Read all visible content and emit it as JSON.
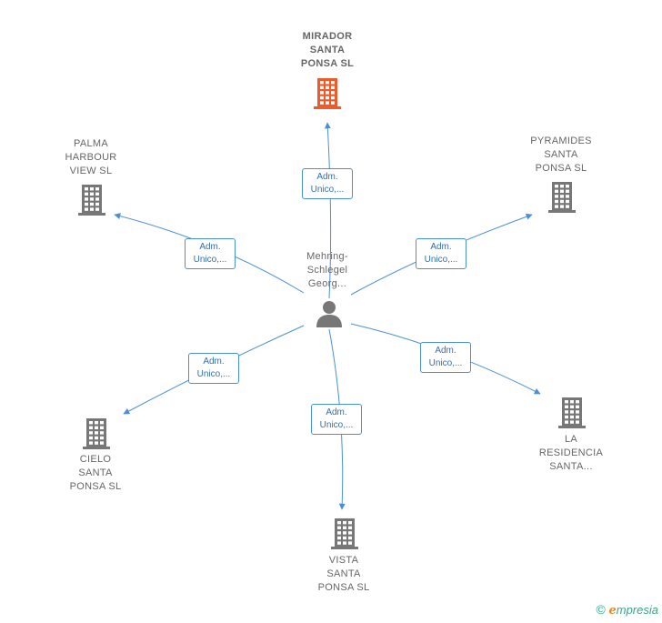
{
  "center": {
    "label": "Mehring-\nSchlegel\nGeorg..."
  },
  "companies": [
    {
      "id": "mirador",
      "label": "MIRADOR\nSANTA\nPONSA SL",
      "highlight": true,
      "color": "#ee5a2a"
    },
    {
      "id": "palma",
      "label": "PALMA\nHARBOUR\nVIEW SL",
      "color": "#777777"
    },
    {
      "id": "pyramides",
      "label": "PYRAMIDES\nSANTA\nPONSA SL",
      "color": "#777777"
    },
    {
      "id": "cielo",
      "label": "CIELO\nSANTA\nPONSA SL",
      "color": "#777777"
    },
    {
      "id": "vista",
      "label": "VISTA\nSANTA\nPONSA SL",
      "color": "#777777"
    },
    {
      "id": "residencia",
      "label": "LA\nRESIDENCIA\nSANTA...",
      "color": "#777777"
    }
  ],
  "edges": [
    {
      "to": "mirador",
      "label": "Adm.\nUnico,..."
    },
    {
      "to": "palma",
      "label": "Adm.\nUnico,..."
    },
    {
      "to": "pyramides",
      "label": "Adm.\nUnico,..."
    },
    {
      "to": "cielo",
      "label": "Adm.\nUnico,..."
    },
    {
      "to": "vista",
      "label": "Adm.\nUnico,..."
    },
    {
      "to": "residencia",
      "label": "Adm.\nUnico,..."
    }
  ],
  "colors": {
    "edge": "#4a90d9",
    "person": "#777777"
  },
  "brand": {
    "copyright": "©",
    "initial": "e",
    "name": "mpresia"
  }
}
